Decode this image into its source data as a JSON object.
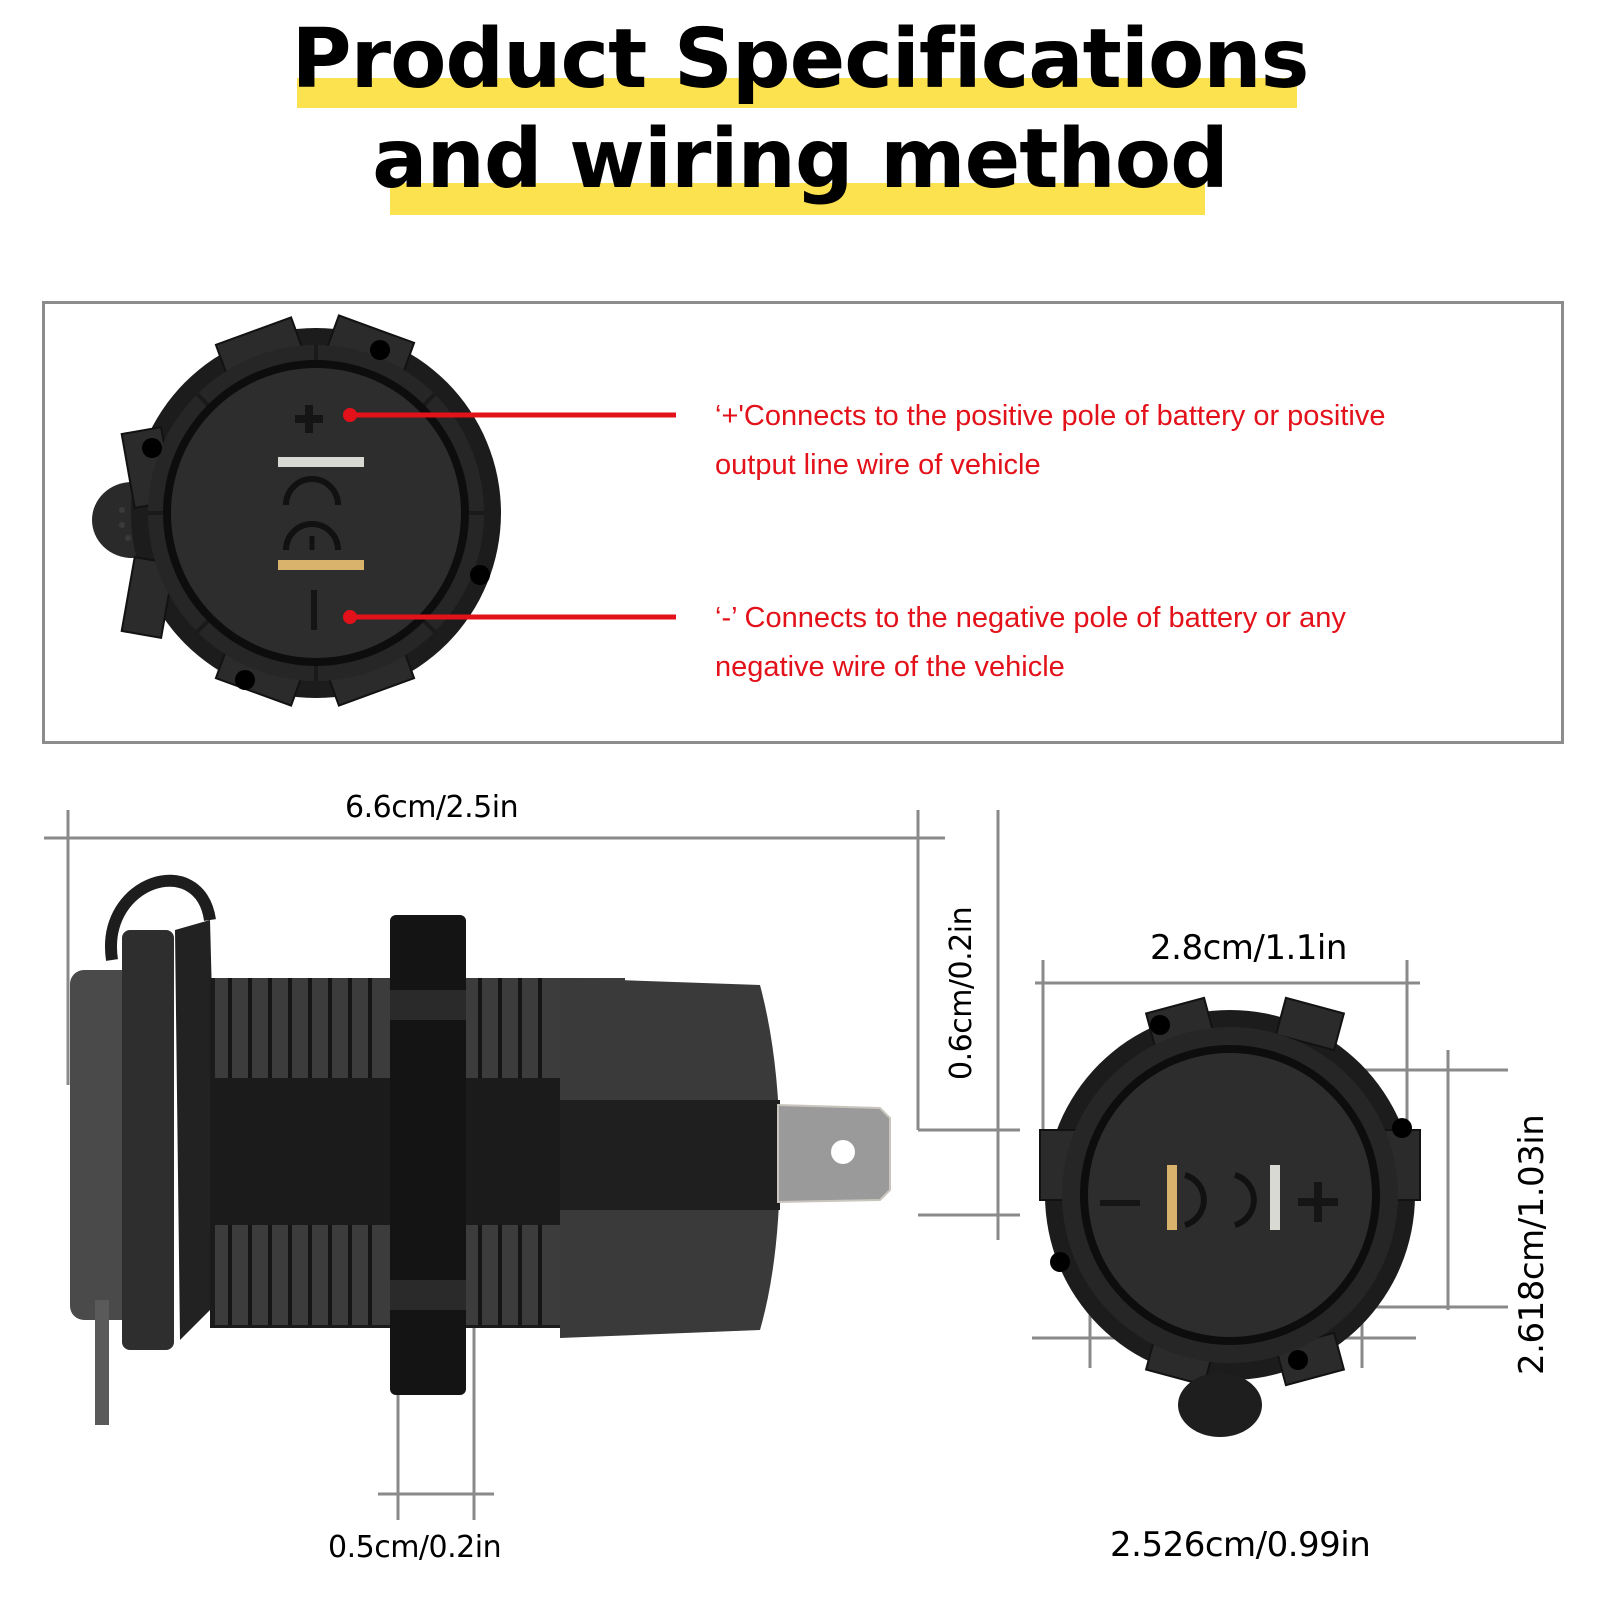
{
  "header": {
    "title_line1": "Product Specifications",
    "title_line2": "and wiring method",
    "highlight_color": "#fde24f"
  },
  "wiring": {
    "positive": {
      "symbol": "+",
      "line1": "‘+'Connects to the positive pole of battery or positive",
      "line2": "output line wire of vehicle"
    },
    "negative": {
      "symbol": "-",
      "line1": "‘-’   Connects to the negative pole of battery or any",
      "line2": "negative wire of the vehicle"
    },
    "annotation_color": "#e3111a"
  },
  "dimensions": {
    "side_view": {
      "overall_length": "6.6cm/2.5in",
      "terminal_offset": "0.6cm/0.2in",
      "nut_thickness": "0.5cm/0.2in"
    },
    "front_view": {
      "outer_width": "2.8cm/1.1in",
      "face_height": "2.618cm/1.03in",
      "face_width": "2.526cm/0.99in"
    }
  },
  "icons": {
    "product_top": "socket-rear-view-icon",
    "product_side": "socket-side-view-icon",
    "product_front": "socket-front-view-icon"
  }
}
